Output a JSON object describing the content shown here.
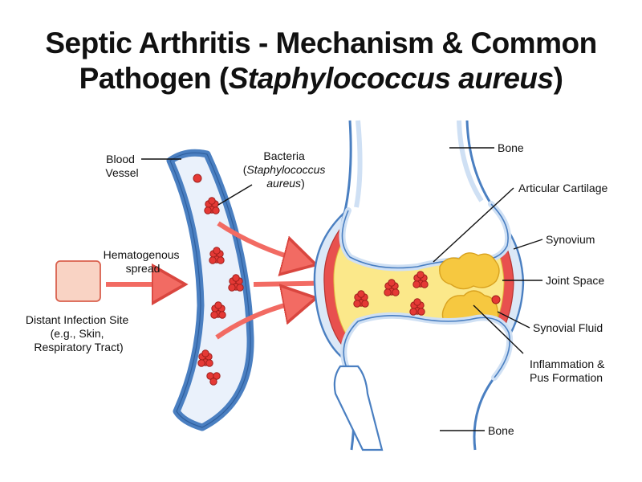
{
  "title": {
    "line1": "Septic Arthritis - Mechanism & Common",
    "line2_prefix": "Pathogen (",
    "line2_italic": "Staphylococcus aureus",
    "line2_suffix": ")"
  },
  "labels": {
    "blood_vessel": [
      "Blood",
      "Vessel"
    ],
    "bacteria": {
      "line1": "Bacteria",
      "paren_open": "(",
      "italic_a": "Staphylococcus",
      "italic_b": "aureus",
      "paren_close": ")"
    },
    "hematogenous": [
      "Hematogenous",
      "spread"
    ],
    "distant_infection": [
      "Distant Infection Site",
      "(e.g., Skin,",
      "Respiratory Tract)"
    ],
    "bone_top": "Bone",
    "articular_cartilage": "Articular Cartilage",
    "synovium": "Synovium",
    "joint_space": "Joint Space",
    "synovial_fluid": "Synovial Fluid",
    "inflammation": [
      "Inflammation &",
      "Pus Formation"
    ],
    "bone_bottom": "Bone"
  },
  "colors": {
    "outline": "#4a7fc1",
    "vessel_fill": "#eaf1fb",
    "bone_fill": "#ffffff",
    "bone_shell": "#cfe0f4",
    "synovium": "#e8504e",
    "fluid": "#fbe88a",
    "pus": "#f6c840",
    "bacteria": "#e53935",
    "arrow": "#f26b63",
    "infection_box": "#f9d3c4"
  }
}
